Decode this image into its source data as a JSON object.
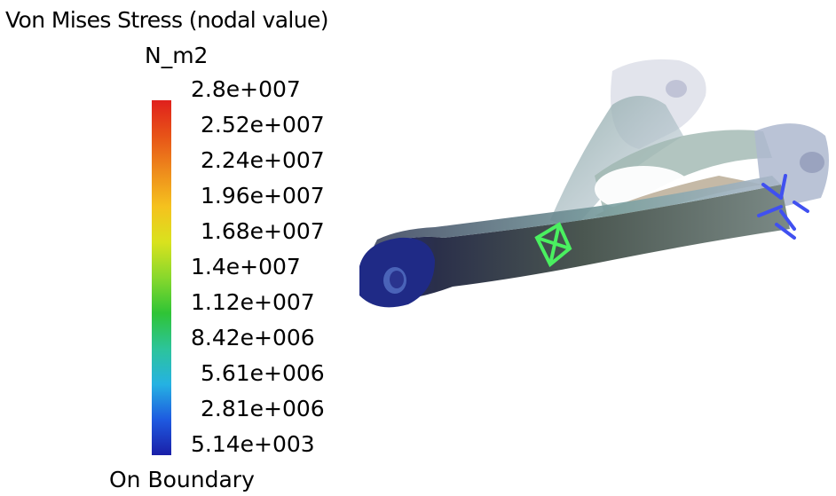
{
  "legend": {
    "title": "Von Mises Stress (nodal value)",
    "unit": "N_m2",
    "ticks": [
      "2.8e+007",
      "2.52e+007",
      "2.24e+007",
      "1.96e+007",
      "1.68e+007",
      "1.4e+007",
      "1.12e+007",
      "8.42e+006",
      "5.61e+006",
      "2.81e+006",
      "5.14e+003"
    ],
    "footer": "On Boundary"
  },
  "colors": {
    "max": "#e0201c",
    "mid": "#88d82c",
    "min": "#1a1fa8",
    "model_body": "#4d5a55",
    "model_end": "#1f2a86",
    "restraint_symbol": "#4af060",
    "load_symbol": "#4050f0"
  },
  "model": {
    "icon": "connecting-rod-part"
  }
}
